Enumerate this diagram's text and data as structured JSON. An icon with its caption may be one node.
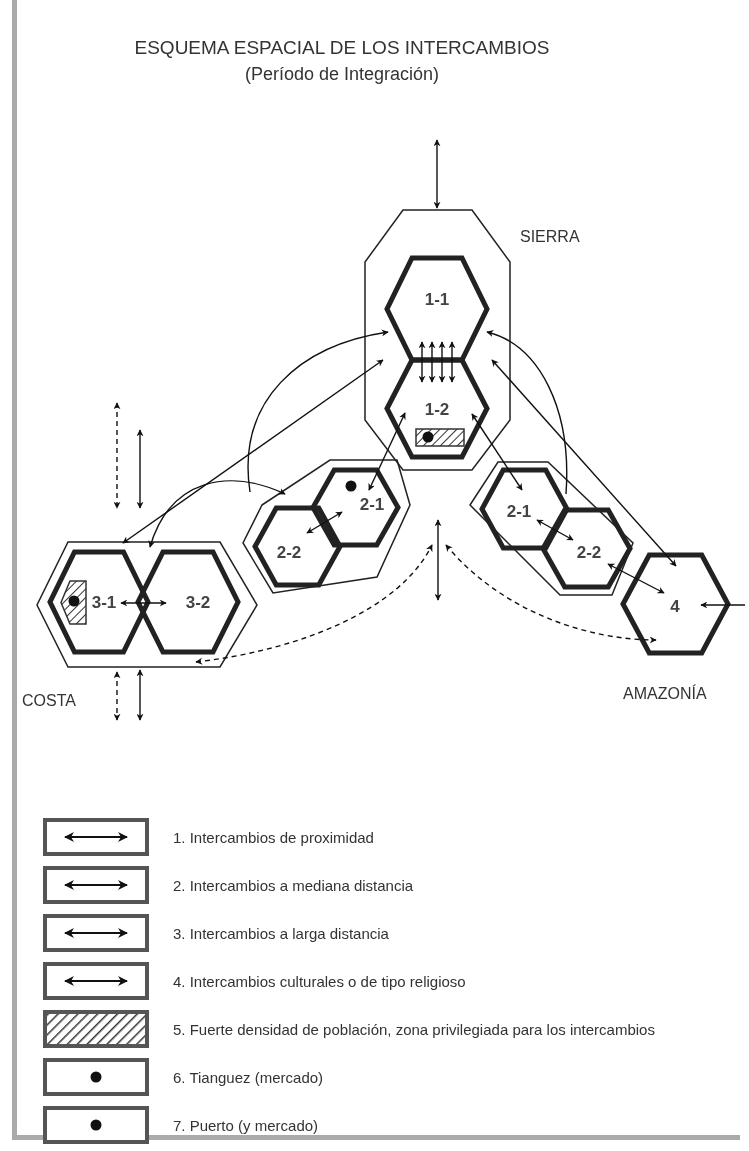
{
  "diagram": {
    "title": "ESQUEMA ESPACIAL DE LOS INTERCAMBIOS",
    "nodes": [
      {
        "text": [],
        "shape": "hexagon"
      },
      {
        "text": [
          "1-1"
        ],
        "in": 0
      },
      {
        "text": [
          "1-2"
        ],
        "in": 0
      },
      {
        "text": [],
        "shape": "hexagon"
      },
      {
        "text": [
          "2-1"
        ],
        "in": 3
      },
      {
        "text": [
          "2-2"
        ],
        "in": 3
      },
      {
        "text": [],
        "shape": "hexagon"
      },
      {
        "text": [
          "2-1"
        ],
        "in": 6
      },
      {
        "text": [
          "2-2"
        ],
        "in": 6
      },
      {
        "text": [],
        "shape": "hexagon"
      },
      {
        "text": [
          "3-1"
        ],
        "in": 9
      },
      {
        "text": [
          "3-2"
        ],
        "in": 9
      },
      {
        "text": [
          "4"
        ]
      }
    ],
    "edges": [
      {
        "from": null,
        "to": 0,
        "arrow": "both"
      },
      {
        "from": 1,
        "to": 2,
        "arrow": "both"
      },
      {
        "from": 1,
        "to": 2,
        "arrow": "both"
      },
      {
        "from": 1,
        "to": 2,
        "arrow": "both"
      },
      {
        "from": 1,
        "to": 2,
        "arrow": "both"
      },
      {
        "from": 2,
        "to": 4,
        "arrow": "both"
      },
      {
        "from": 2,
        "to": 7,
        "arrow": "both"
      },
      {
        "from": 4,
        "to": 5,
        "arrow": "both"
      },
      {
        "from": 7,
        "to": 8,
        "arrow": "both"
      },
      {
        "from": 10,
        "to": 11,
        "arrow": "both"
      },
      {
        "from": 8,
        "to": 12,
        "arrow": "both"
      },
      {
        "from": null,
        "to": 12,
        "arrow": "to"
      },
      {
        "from": 0,
        "to": 9,
        "arrow": "both"
      },
      {
        "from": 3,
        "to": 1,
        "arrow": "to"
      },
      {
        "from": 9,
        "to": 3,
        "arrow": "both"
      },
      {
        "from": 0,
        "to": 12,
        "arrow": "both"
      },
      {
        "from": 6,
        "to": 1,
        "arrow": "to"
      },
      {
        "from": 9,
        "to": null,
        "arrow": "both",
        "style": "dashed"
      },
      {
        "from": null,
        "to": 12,
        "arrow": "both",
        "style": "dashed"
      },
      {
        "from": 9,
        "to": null,
        "arrow": "both",
        "style": "dashed"
      },
      {
        "from": 9,
        "to": null,
        "arrow": "both"
      }
    ],
    "labels": [
      "(Período de Integración)",
      "SIERRA",
      "COSTA",
      "AMAZONÍA"
    ],
    "legend": [
      {
        "text": "1. Intercambios de proximidad"
      },
      {
        "text": "2. Intercambios a mediana distancia"
      },
      {
        "text": "3. Intercambios a larga distancia"
      },
      {
        "text": "4. Intercambios culturales o de tipo religioso"
      },
      {
        "text": "5. Fuerte densidad de población, zona privilegiada para los intercambios"
      },
      {
        "text": "6. Tianguez (mercado)"
      },
      {
        "text": "7. Puerto (y mercado)"
      }
    ]
  }
}
